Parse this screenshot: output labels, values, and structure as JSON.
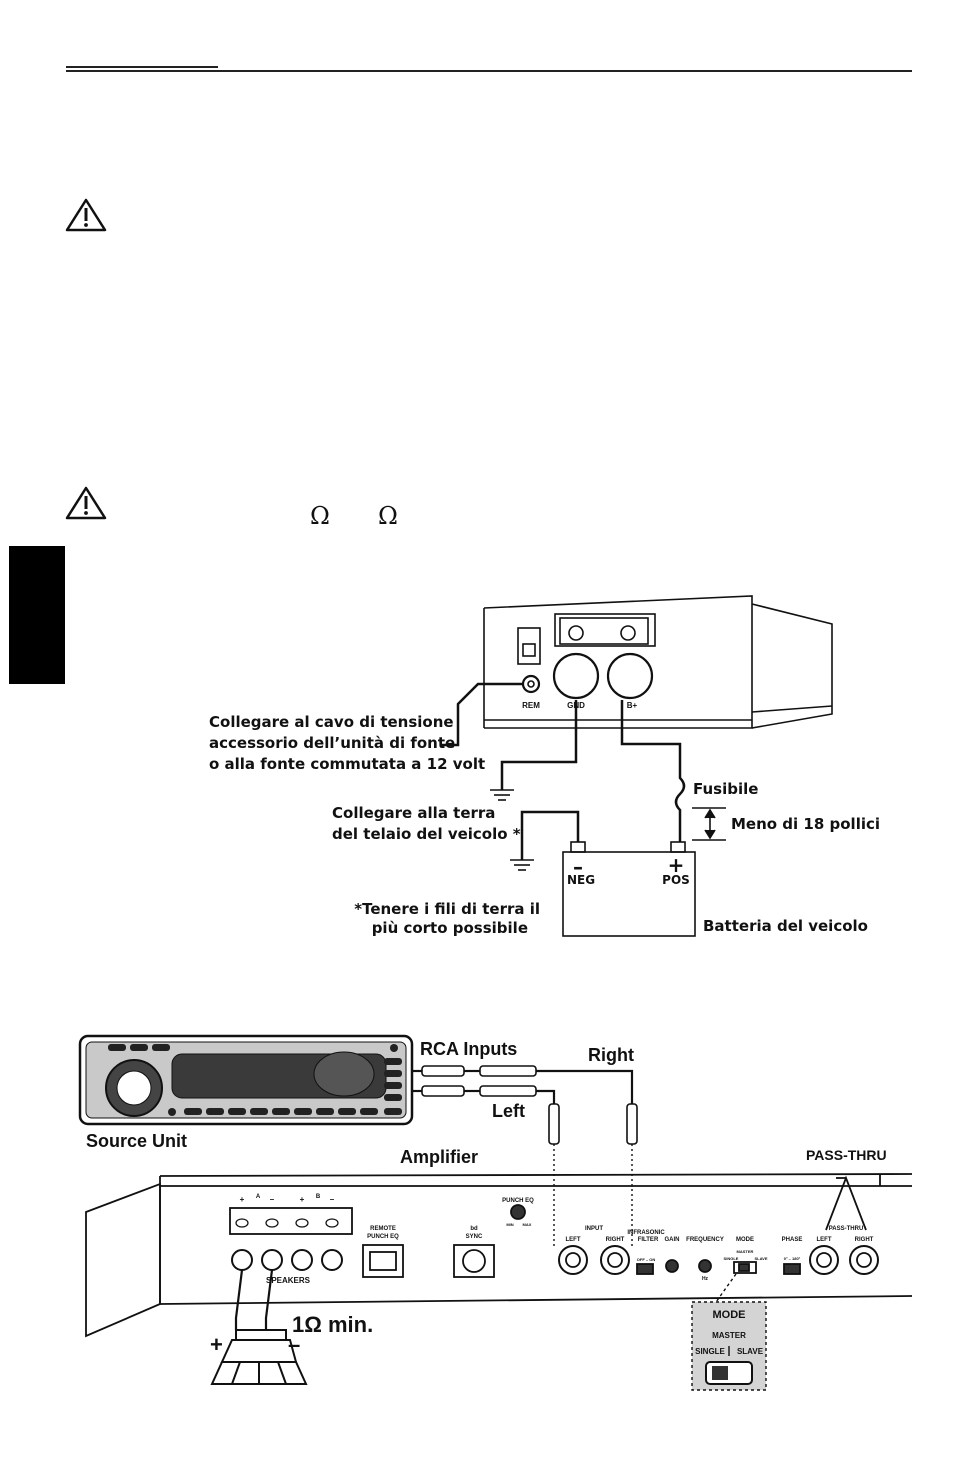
{
  "header": {
    "rule": "double"
  },
  "warnings": [
    {
      "icon": "warning-triangle-icon"
    },
    {
      "icon": "warning-triangle-icon"
    }
  ],
  "ohm_symbols": [
    "Ω",
    "Ω"
  ],
  "power_diagram": {
    "terminals": {
      "rem": "REM",
      "gnd": "GND",
      "bplus": "B+"
    },
    "label_remote": [
      "Collegare al cavo di tensione",
      "accessorio dell’unità di fonte",
      "o alla fonte commutata a 12 volt"
    ],
    "label_ground": [
      "Collegare alla terra",
      "del telaio del veicolo *"
    ],
    "label_fuse": "Fusibile",
    "label_distance": "Meno di 18 pollici",
    "battery_neg": "NEG",
    "battery_pos": "POS",
    "neg_sign": "–",
    "pos_sign": "+",
    "note": [
      "*Tenere i fili di terra il",
      "più corto possibile"
    ],
    "battery_label": "Batteria del veicolo"
  },
  "wiring_diagram": {
    "rca_inputs": "RCA Inputs",
    "right": "Right",
    "left": "Left",
    "source_unit": "Source Unit",
    "amplifier": "Amplifier",
    "pass_thru": "PASS-THRU",
    "pass_thru_small": "PASS-THRU",
    "speaker_a": "A",
    "speaker_b": "B",
    "plus": "+",
    "minus": "–",
    "speakers": "SPEAKERS",
    "remote_punch_eq": [
      "REMOTE",
      "PUNCH EQ"
    ],
    "bd_sync": [
      "bd",
      "SYNC"
    ],
    "punch_eq": "PUNCH EQ",
    "min": "MIN",
    "max": "MAX",
    "input": "INPUT",
    "input_left": "LEFT",
    "input_right": "RIGHT",
    "infrasonic": [
      "INFRASONIC",
      "FILTER"
    ],
    "off_on": "OFF – ON",
    "gain": "GAIN",
    "frequency": "FREQUENCY",
    "hz": "Hz",
    "mode": "MODE",
    "master": "MASTER",
    "single": "SINGLE",
    "slave": "SLAVE",
    "phase": "PHASE",
    "phase_range": "0° – 180°",
    "out_left": "LEFT",
    "out_right": "RIGHT",
    "min_load": "1Ω min.",
    "speaker_plus": "+",
    "speaker_minus": "–",
    "mode_box": {
      "title": "MODE",
      "master": "MASTER",
      "single": "SINGLE",
      "slave": "SLAVE"
    }
  }
}
